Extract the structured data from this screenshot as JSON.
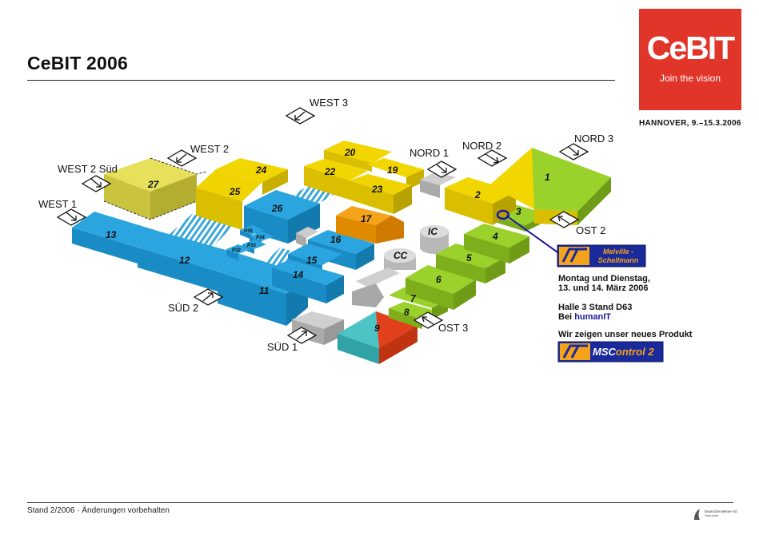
{
  "header": {
    "title": "CeBIT 2006",
    "logo_word": "CeBIT",
    "logo_tagline": "Join the vision",
    "city_dates": "HANNOVER, 9.–15.3.2006"
  },
  "colors": {
    "blue_halls": "#1e9ad5",
    "yellow_halls": "#f0d400",
    "green_halls": "#8fc31f",
    "orange_halls": "#f29a0e",
    "red_hall": "#e2401c",
    "teal_hall": "#4cc4c6",
    "brand_red": "#e1352a",
    "marker_blue": "#1a1aa0"
  },
  "entrances": {
    "west3": "WEST 3",
    "west2": "WEST 2",
    "west2sued": "WEST 2 Süd",
    "west1": "WEST 1",
    "nord1": "NORD 1",
    "nord2": "NORD 2",
    "nord3": "NORD 3",
    "ost2": "OST 2",
    "ost3": "OST 3",
    "sued1": "SÜD 1",
    "sued2": "SÜD 2"
  },
  "halls": {
    "h1": "1",
    "h2": "2",
    "h3": "3",
    "h4": "4",
    "h5": "5",
    "h6": "6",
    "h7": "7",
    "h8": "8",
    "h9": "9",
    "h11": "11",
    "h12": "12",
    "h13": "13",
    "h14": "14",
    "h15": "15",
    "h16": "16",
    "h17": "17",
    "h19": "19",
    "h20": "20",
    "h22": "22",
    "h23": "23",
    "h24": "24",
    "h25": "25",
    "h26": "26",
    "h27": "27",
    "p32": "P32",
    "p33": "P33",
    "p34": "P34",
    "p35": "P35",
    "ic": "IC",
    "cc": "CC"
  },
  "promo": {
    "company_logo_line1": "Melville -",
    "company_logo_line2": "Schellmann",
    "date_line1": "Montag und Dienstag,",
    "date_line2": "13. und 14. März 2006",
    "stand_line": "Halle 3 Stand D63",
    "bei_prefix": "Bei ",
    "bei_company": "humanIT",
    "product_line": "Wir zeigen unser neues Produkt",
    "product_logo_prefix": "MSC",
    "product_logo_mid": "ontrol",
    "product_logo_num": " 2"
  },
  "footer": {
    "note": "Stand 2/2006 · Änderungen vorbehalten",
    "org_line1": "Deutsche Messe AG",
    "org_line2": "Hannover"
  }
}
